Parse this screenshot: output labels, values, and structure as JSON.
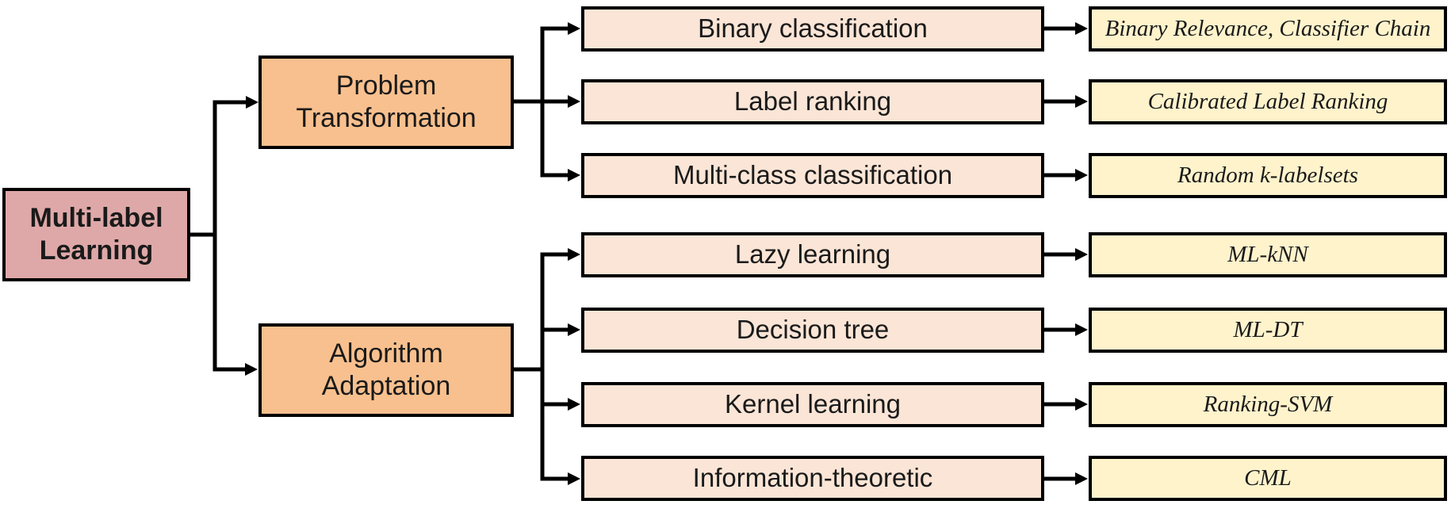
{
  "root": {
    "label": "Multi-label Learning"
  },
  "categories": [
    {
      "label": "Problem Transformation"
    },
    {
      "label": "Algorithm Adaptation"
    }
  ],
  "rows": [
    {
      "parent": "Problem Transformation",
      "approach": "Binary classification",
      "algorithms": "Binary Relevance, Classifier Chain"
    },
    {
      "parent": "Problem Transformation",
      "approach": "Label ranking",
      "algorithms": "Calibrated Label Ranking"
    },
    {
      "parent": "Problem Transformation",
      "approach": "Multi-class classification",
      "algorithms": "Random k-labelsets"
    },
    {
      "parent": "Algorithm Adaptation",
      "approach": "Lazy learning",
      "algorithms": "ML-kNN"
    },
    {
      "parent": "Algorithm Adaptation",
      "approach": "Decision tree",
      "algorithms": "ML-DT"
    },
    {
      "parent": "Algorithm Adaptation",
      "approach": "Kernel learning",
      "algorithms": "Ranking-SVM"
    },
    {
      "parent": "Algorithm Adaptation",
      "approach": "Information-theoretic",
      "algorithms": "CML"
    }
  ],
  "colors": {
    "root-fill": "#DFA8A8",
    "category-fill": "#F8C08E",
    "approach-fill": "#FBE5D6",
    "algorithm-fill": "#FFF3CC",
    "line-color": "#000000"
  }
}
